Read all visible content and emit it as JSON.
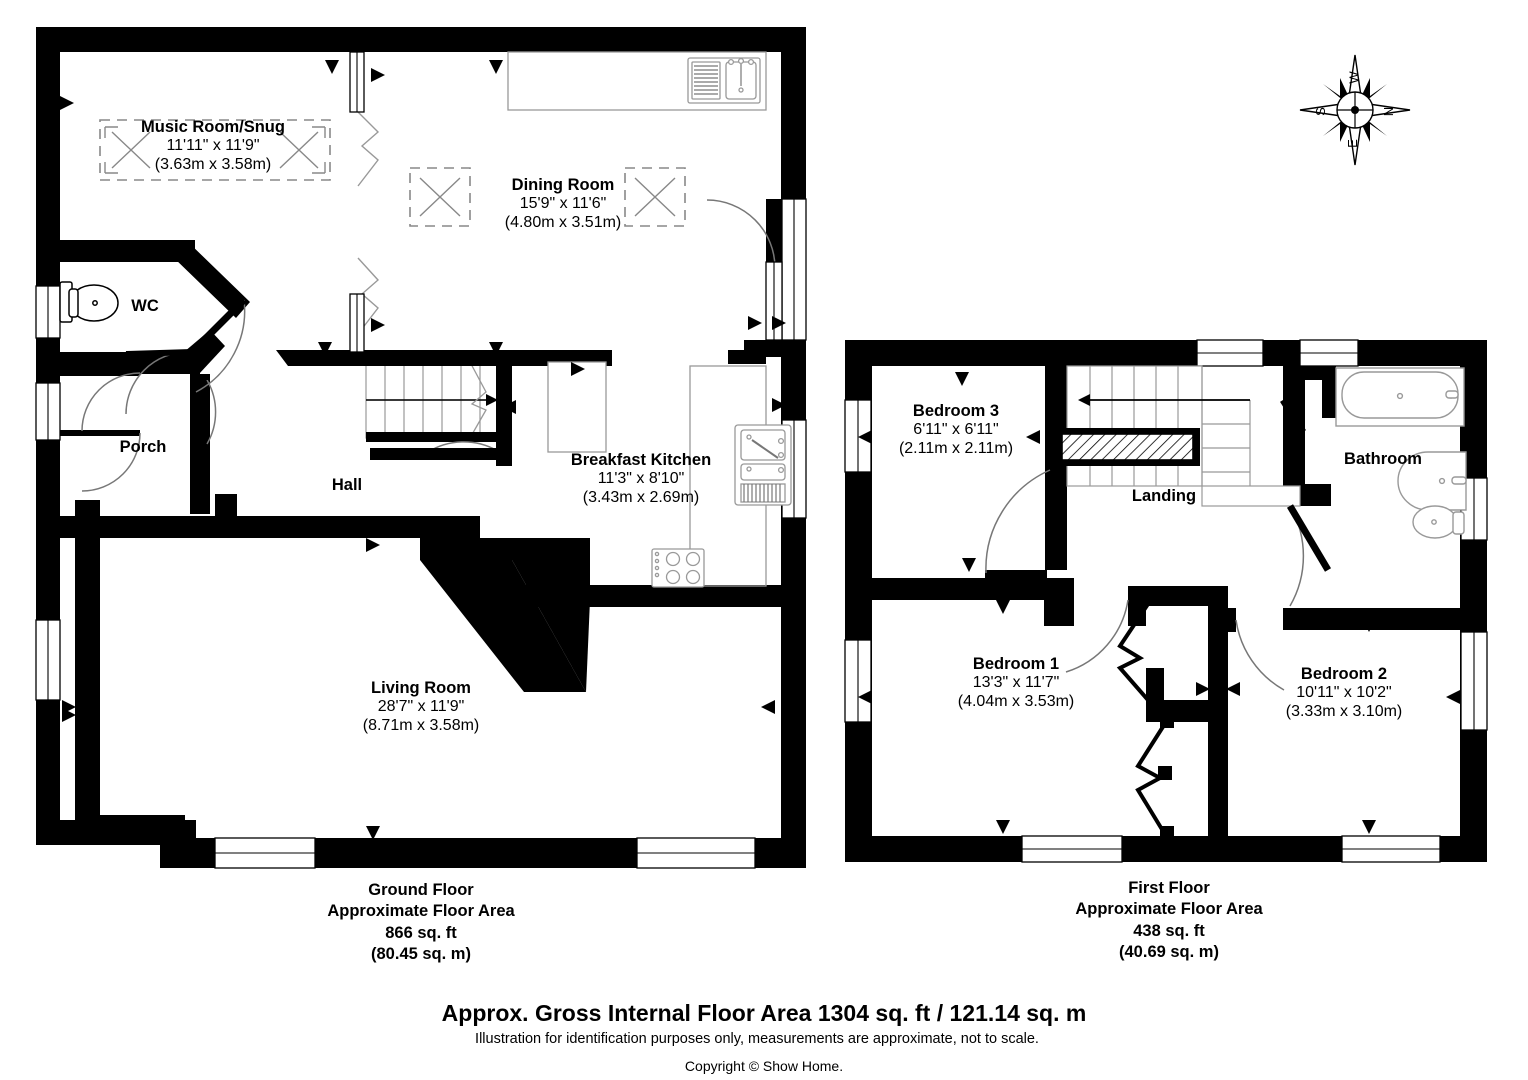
{
  "ground_floor": {
    "caption": [
      "Ground Floor",
      "Approximate Floor Area",
      "866 sq. ft",
      "(80.45 sq. m)"
    ],
    "rooms": [
      {
        "name": "Music Room/Snug",
        "imperial": "11'11\" x 11'9\"",
        "metric": "(3.63m x 3.58m)"
      },
      {
        "name": "Dining Room",
        "imperial": "15'9\" x 11'6\"",
        "metric": "(4.80m x 3.51m)"
      },
      {
        "name": "Breakfast Kitchen",
        "imperial": "11'3\" x 8'10\"",
        "metric": "(3.43m x 2.69m)"
      },
      {
        "name": "Living Room",
        "imperial": "28'7\" x 11'9\"",
        "metric": "(8.71m x 3.58m)"
      }
    ],
    "plain_labels": [
      {
        "name": "WC"
      },
      {
        "name": "Porch"
      },
      {
        "name": "Hall"
      }
    ]
  },
  "first_floor": {
    "caption": [
      "First Floor",
      "Approximate Floor Area",
      "438 sq. ft",
      "(40.69 sq. m)"
    ],
    "rooms": [
      {
        "name": "Bedroom 3",
        "imperial": "6'11\" x 6'11\"",
        "metric": "(2.11m x 2.11m)"
      },
      {
        "name": "Bedroom 1",
        "imperial": "13'3\" x 11'7\"",
        "metric": "(4.04m x 3.53m)"
      },
      {
        "name": "Bedroom 2",
        "imperial": "10'11\" x 10'2\"",
        "metric": "(3.33m x 3.10m)"
      }
    ],
    "plain_labels": [
      {
        "name": "Landing"
      },
      {
        "name": "Bathroom"
      }
    ]
  },
  "compass": {
    "north": "N",
    "south": "S",
    "east": "E",
    "west": "W"
  },
  "footer": {
    "gross_area": "Approx. Gross Internal Floor Area 1304 sq. ft / 121.14 sq. m",
    "disclaimer": "Illustration for identification purposes only, measurements are approximate, not to scale.",
    "copyright": "Copyright © Show Home."
  },
  "colors": {
    "wall": "#000000",
    "fixture_line": "#888888",
    "background": "#ffffff",
    "text": "#000000"
  }
}
